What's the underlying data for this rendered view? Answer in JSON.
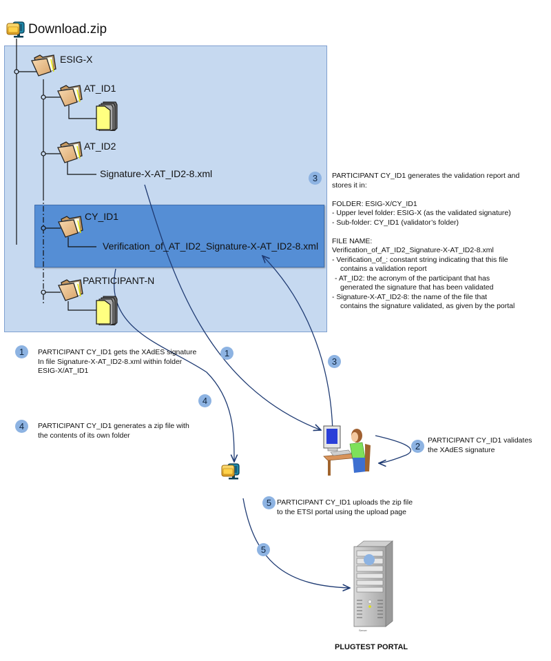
{
  "root": {
    "label": "Download.zip",
    "icon": "zip-archive-icon"
  },
  "tree": {
    "esig": {
      "label": "ESIG-X"
    },
    "at_id1": {
      "label": "AT_ID1"
    },
    "at_id2": {
      "label": "AT_ID2",
      "file": "Signature-X-AT_ID2-8.xml"
    },
    "cy_id1": {
      "label": "CY_ID1",
      "file": "Verification_of_AT_ID2_Signature-X-AT_ID2-8.xml"
    },
    "participant_n": {
      "label": "PARTICIPANT-N"
    }
  },
  "colors": {
    "outer_box": "#c6d9f0",
    "highlight_box": "#558ed5",
    "badge": "#8db3e2",
    "arrow": "#1f3b73"
  },
  "steps": [
    {
      "num": "1",
      "lines": [
        "PARTICIPANT CY_ID1 gets the XAdES signature",
        "In file Signature-X-AT_ID2-8.xml within folder",
        "ESIG-X/AT_ID1"
      ]
    },
    {
      "num": "2",
      "lines": [
        "PARTICIPANT CY_ID1 validates",
        "the XAdES signature"
      ]
    },
    {
      "num": "3",
      "lines": [
        "PARTICIPANT CY_ID1 generates the validation report and",
        "stores it in:",
        "",
        "FOLDER: ESIG-X/CY_ID1",
        " - Upper level folder: ESIG-X (as the validated signature)",
        " - Sub-folder: CY_ID1 (validator’s folder)",
        "",
        "FILE NAME:",
        "Verification_of_AT_ID2_Signature-X-AT_ID2-8.xml",
        " - Verification_of_: constant string indicating that this file",
        "   contains a validation report",
        "  - AT_ID2: the acronym of the participant that has",
        "   generated the signature that has been validated",
        " - Signature-X-AT_ID2-8: the name of the file that",
        "   contains the signature validated, as given by the portal"
      ]
    },
    {
      "num": "4",
      "lines": [
        "PARTICIPANT CY_ID1 generates a zip file with",
        "the contents of its own folder"
      ]
    },
    {
      "num": "5",
      "lines": [
        "PARTICIPANT CY_ID1  uploads the zip file",
        "to the ETSI portal using the upload page"
      ]
    }
  ],
  "arrow_badges": [
    "1",
    "3",
    "4",
    "2",
    "5"
  ],
  "portal": {
    "label": "PLUGTEST PORTAL",
    "server_caption": "Server"
  },
  "icons": {
    "folder": "folder-open-icon",
    "files": "file-stack-icon",
    "zip": "zip-archive-icon",
    "user": "user-at-computer-icon",
    "server": "server-tower-icon"
  }
}
